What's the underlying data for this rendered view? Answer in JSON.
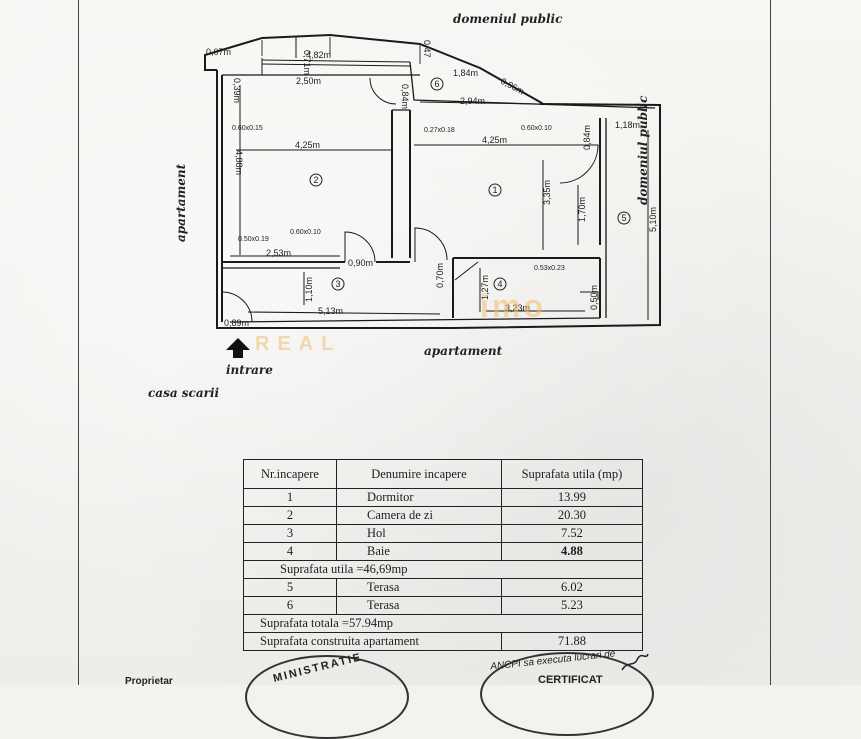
{
  "labels": {
    "domeniul_public_top": "domeniul public",
    "domeniul_public_right": "domeniul public",
    "apartament_left": "apartament",
    "apartament_bottom": "apartament",
    "intrare": "intrare",
    "casa_scarii": "casa scarii",
    "watermark_brand": "imo",
    "watermark_sub": "REAL"
  },
  "dimensions": {
    "d_007": "0,07m",
    "d_482": "4,82m",
    "d_071": "0,71m",
    "d_250": "2,50m",
    "d_039": "0,39m",
    "d_047": "0,47",
    "d_184": "1,84m",
    "d_084a": "0,84m",
    "d_294": "2,94m",
    "d_096": "0,96m",
    "d_060x015": "0.60x0.15",
    "d_425a": "4,25m",
    "d_488": "4,88m",
    "d_027x018": "0.27x0.18",
    "d_425b": "4,25m",
    "d_060x010a": "0.60x0.10",
    "d_118": "1,18m",
    "d_084b": "0,84m",
    "d_335": "3,35m",
    "d_170": "1,70m",
    "d_510": "5,10m",
    "d_050x019": "0.50x0.19",
    "d_060x010b": "0.60x0.10",
    "d_253": "2,53m",
    "d_090": "0,90m",
    "d_070": "0,70m",
    "d_110": "1,10m",
    "d_127": "1,27m",
    "d_053x023": "0.53x0.23",
    "d_050": "0,50m",
    "d_089": "0,89m",
    "d_513": "5,13m",
    "d_323": "3,23m"
  },
  "rooms": {
    "r1": "1",
    "r2": "2",
    "r3": "3",
    "r4": "4",
    "r5": "5",
    "r6": "6"
  },
  "table": {
    "headers": [
      "Nr.incapere",
      "Denumire incapere",
      "Suprafata utila (mp)"
    ],
    "rows": [
      [
        "1",
        "Dormitor",
        "13.99"
      ],
      [
        "2",
        "Camera de zi",
        "20.30"
      ],
      [
        "3",
        "Hol",
        "7.52"
      ],
      [
        "4",
        "Baie",
        "4.88"
      ]
    ],
    "subtotal": "Suprafata utila =46,69mp",
    "rows2": [
      [
        "5",
        "Terasa",
        "6.02"
      ],
      [
        "6",
        "Terasa",
        "5.23"
      ]
    ],
    "total": "Suprafata  totala =57.94mp",
    "built_label": "Suprafata construita apartament",
    "built_value": "71.88"
  },
  "stamps": {
    "left": "MINISTRATIE",
    "right_arc": "ANCPI sa executa lucrari de",
    "right_title": "CERTIFICAT",
    "footer_left": "Proprietar"
  }
}
